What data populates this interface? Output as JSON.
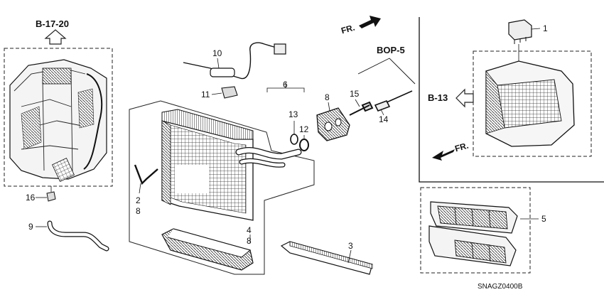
{
  "diagram": {
    "code": "SNAGZ0400B",
    "refs": {
      "b1720": "B-17-20",
      "bop5": "BOP-5",
      "b13": "B-13"
    },
    "direction": {
      "fr_top": "FR.",
      "fr_bottom": "FR."
    },
    "callouts": {
      "c1": "1",
      "c2": "2",
      "c8a": "8",
      "c3": "3",
      "c4": "4",
      "c8b": "8",
      "c5": "5",
      "c6": "6",
      "c8c": "8",
      "c9": "9",
      "c10": "10",
      "c11": "11",
      "c12": "12",
      "c13": "13",
      "c14": "14",
      "c15": "15",
      "c16": "16"
    }
  }
}
